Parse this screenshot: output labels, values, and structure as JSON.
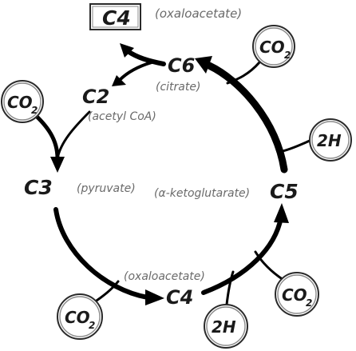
{
  "nodes": {
    "c4_top": {
      "label": "C4",
      "note": "(oxaloacetate)"
    },
    "c6": {
      "label": "C6",
      "note": "(citrate)"
    },
    "c2": {
      "label": "C2",
      "note": "(acetyl CoA)"
    },
    "c3": {
      "label": "C3",
      "note": "(pyruvate)"
    },
    "c5": {
      "label": "C5",
      "note": "(α-ketoglutarate)"
    },
    "c4_bottom": {
      "label": "C4",
      "note": "(oxaloacetate)"
    }
  },
  "molecules": {
    "co2_main": "CO",
    "co2_sub": "2",
    "h2": "2H"
  },
  "colors": {
    "ink": "#000000",
    "note": "#6a6a6a",
    "circle_stroke": "#2a2a2a"
  }
}
